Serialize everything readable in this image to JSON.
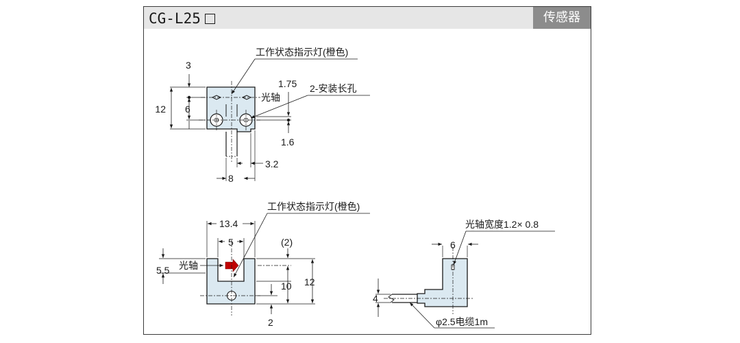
{
  "header": {
    "model": "CG-L25",
    "category": "传感器"
  },
  "view_top": {
    "callout_indicator": "工作状态指示灯(橙色)",
    "callout_slot": "2-安装长孔",
    "label_axis": "光轴",
    "dim_3": "3",
    "dim_1_75": "1.75",
    "dim_12": "12",
    "dim_6": "6",
    "dim_1_6": "1.6",
    "dim_3_2": "3.2",
    "dim_8": "8"
  },
  "view_front": {
    "callout_indicator": "工作状态指示灯(橙色)",
    "label_axis": "光轴",
    "dim_13_4": "13.4",
    "dim_5": "5",
    "dim_2_paren": "(2)",
    "dim_5_5": "5.5",
    "dim_10": "10",
    "dim_12": "12",
    "dim_2": "2"
  },
  "view_side": {
    "callout_axis_width": "光轴宽度1.2× 0.8",
    "dim_6": "6",
    "dim_4": "4",
    "callout_cable": "φ2.5电缆1m"
  },
  "colors": {
    "body_fill": "#dbe9f1",
    "line": "#1a1a1a",
    "indicator": "#c00000",
    "title_bg": "#e6e6e6",
    "category_bg": "#8c8c8c"
  }
}
